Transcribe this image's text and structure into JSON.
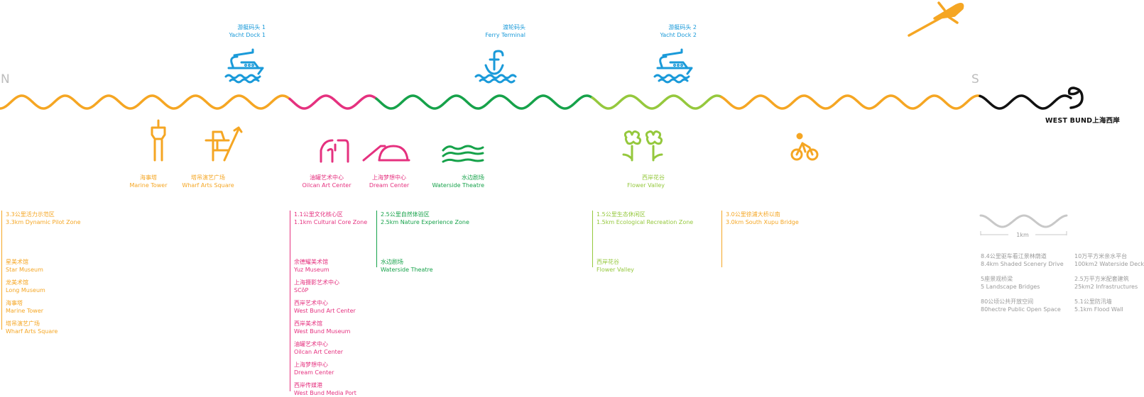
{
  "colors": {
    "yellow": "#f5a623",
    "pink": "#e5317f",
    "green": "#16a24a",
    "lime": "#95c83d",
    "blue": "#1a9ad9",
    "black": "#111111",
    "gray": "#9a9a9a"
  },
  "compass": {
    "north": "N",
    "south": "S"
  },
  "brand": {
    "logo": "WEST BUND上海西岸"
  },
  "docks": [
    {
      "cn": "游艇码头 1",
      "en": "Yacht Dock 1",
      "icon": "yacht-icon"
    },
    {
      "cn": "渡轮码头",
      "en": "Ferry Terminal",
      "icon": "anchor-icon"
    },
    {
      "cn": "游艇码头 2",
      "en": "Yacht Dock 2",
      "icon": "yacht-icon"
    }
  ],
  "landmarks": [
    {
      "cn": "海事塔",
      "en": "Marine Tower",
      "icon": "marine-tower-icon",
      "color": "#f5a623"
    },
    {
      "cn": "塔吊演艺广场",
      "en": "Wharf Arts Square",
      "icon": "crane-icon",
      "color": "#f5a623"
    },
    {
      "cn": "油罐艺术中心",
      "en": "Oilcan Art Center",
      "icon": "oilcan-icon",
      "color": "#e5317f"
    },
    {
      "cn": "上海梦想中心",
      "en": "Dream Center",
      "icon": "dome-icon",
      "color": "#e5317f"
    },
    {
      "cn": "水边剧场",
      "en": "Waterside Theatre",
      "icon": "waves-icon",
      "color": "#16a24a"
    },
    {
      "cn": "西岸花谷",
      "en": "Flower Valley",
      "icon": "flower-icon",
      "color": "#95c83d"
    },
    {
      "cn": "",
      "en": "",
      "icon": "bicycle-icon",
      "color": "#f5a623"
    }
  ],
  "zones": [
    {
      "cn": "3.3公里活力示范区",
      "en": "3.3km Dynamic Pilot Zone",
      "color": "#f5a623",
      "items": [
        {
          "cn": "星美术馆",
          "en": "Star Museum"
        },
        {
          "cn": "龙美术馆",
          "en": "Long Museum"
        },
        {
          "cn": "海事塔",
          "en": "Marine Tower"
        },
        {
          "cn": "塔吊演艺广场",
          "en": "Wharf Arts Square"
        }
      ]
    },
    {
      "cn": "1.1公里文化核心区",
      "en": "1.1km Cultural Core Zone",
      "color": "#e5317f",
      "items": [
        {
          "cn": "余德耀美术馆",
          "en": "Yuz Museum"
        },
        {
          "cn": "上海摄影艺术中心",
          "en": "SCôP"
        },
        {
          "cn": "西岸艺术中心",
          "en": "West Bund Art Center"
        },
        {
          "cn": "西岸美术馆",
          "en": "West Bund Museum"
        },
        {
          "cn": "油罐艺术中心",
          "en": "Oilcan Art Center"
        },
        {
          "cn": "上海梦想中心",
          "en": "Dream Center"
        },
        {
          "cn": "西岸传媒港",
          "en": "West Bund Media Port"
        }
      ]
    },
    {
      "cn": "2.5公里自然体验区",
      "en": "2.5km Nature Experience Zone",
      "color": "#16a24a",
      "items": [
        {
          "cn": "水边剧场",
          "en": "Waterside Theatre"
        }
      ]
    },
    {
      "cn": "1.5公里生态休闲区",
      "en": "1.5km Ecological Recreation Zone",
      "color": "#95c83d",
      "items": [
        {
          "cn": "西岸花谷",
          "en": "Flower Valley"
        }
      ]
    },
    {
      "cn": "3.0公里徐浦大桥以南",
      "en": "3.0km South Xupu Bridge",
      "color": "#f5a623",
      "items": []
    }
  ],
  "legend": {
    "scale": "1km"
  },
  "stats": [
    {
      "cn": "8.4公里驱车看江景林荫道",
      "en": "8.4km Shaded Scenery Drive"
    },
    {
      "cn": "10万平方米亲水平台",
      "en": "100km2 Waterside Deck"
    },
    {
      "cn": "5座景观桥梁",
      "en": "5 Landscape Bridges"
    },
    {
      "cn": "2.5万平方米配套建筑",
      "en": "25km2 Infrastructures"
    },
    {
      "cn": "80公顷公共开放空间",
      "en": "80hectre Public Open Space"
    },
    {
      "cn": "5.1公里防汛墙",
      "en": "5.1km Flood Wall"
    }
  ]
}
